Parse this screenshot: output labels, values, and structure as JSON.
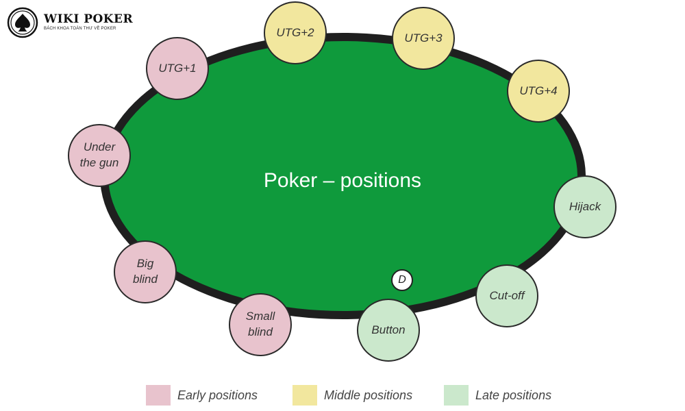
{
  "logo": {
    "name": "WIKI POKER",
    "tagline": "BÁCH KHOA TOÀN THƯ VỀ POKER"
  },
  "table": {
    "title": "Poker – positions",
    "dealer_button": "D"
  },
  "seats": [
    {
      "label": "UTG+2",
      "group": "middle"
    },
    {
      "label": "UTG+3",
      "group": "middle"
    },
    {
      "label": "UTG+1",
      "group": "early"
    },
    {
      "label": "UTG+4",
      "group": "middle"
    },
    {
      "label": "Under\nthe gun",
      "group": "early"
    },
    {
      "label": "Hijack",
      "group": "late"
    },
    {
      "label": "Big\nblind",
      "group": "early"
    },
    {
      "label": "Cut-off",
      "group": "late"
    },
    {
      "label": "Small\nblind",
      "group": "early"
    },
    {
      "label": "Button",
      "group": "late"
    }
  ],
  "legend": [
    {
      "label": "Early positions",
      "color": "#e8c3cd"
    },
    {
      "label": "Middle positions",
      "color": "#f2e79e"
    },
    {
      "label": "Late positions",
      "color": "#cbe8cc"
    }
  ],
  "colors": {
    "felt": "#0f9a3c",
    "rail": "#1f1f1f"
  }
}
